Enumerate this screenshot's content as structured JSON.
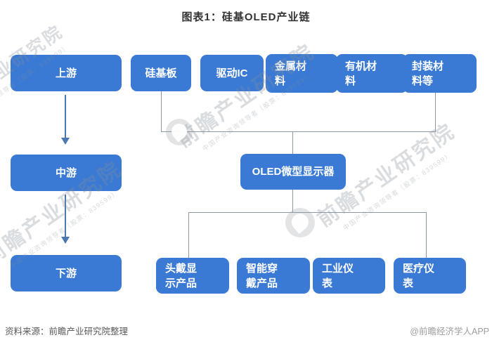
{
  "title": "图表1：硅基OLED产业链",
  "diagram": {
    "stages": [
      {
        "label": "上游"
      },
      {
        "label": "中游"
      },
      {
        "label": "下游"
      }
    ],
    "upstream": [
      "硅基板",
      "驱动IC",
      "金属材料",
      "有机材料",
      "封装材料等"
    ],
    "midstream": [
      "OLED微型显示器"
    ],
    "downstream": [
      "头戴显示产品",
      "智能穿戴产品",
      "工业仪表",
      "医疗仪表"
    ]
  },
  "watermark": {
    "brand": "前瞻产业研究院",
    "tagline": "中国产业咨询领导者（股票：839599）",
    "logo": "qianzhan-logo"
  },
  "footer": {
    "source": "资料来源：前瞻产业研究院整理",
    "credit": "@前瞻经济学人APP"
  },
  "colors": {
    "node_fill": "#3A7AD4",
    "connector": "#8C98A4",
    "arrow": "#4B78B0",
    "title_text": "#333333",
    "footer_text": "#595959",
    "credit_text": "#9E9E9E"
  }
}
